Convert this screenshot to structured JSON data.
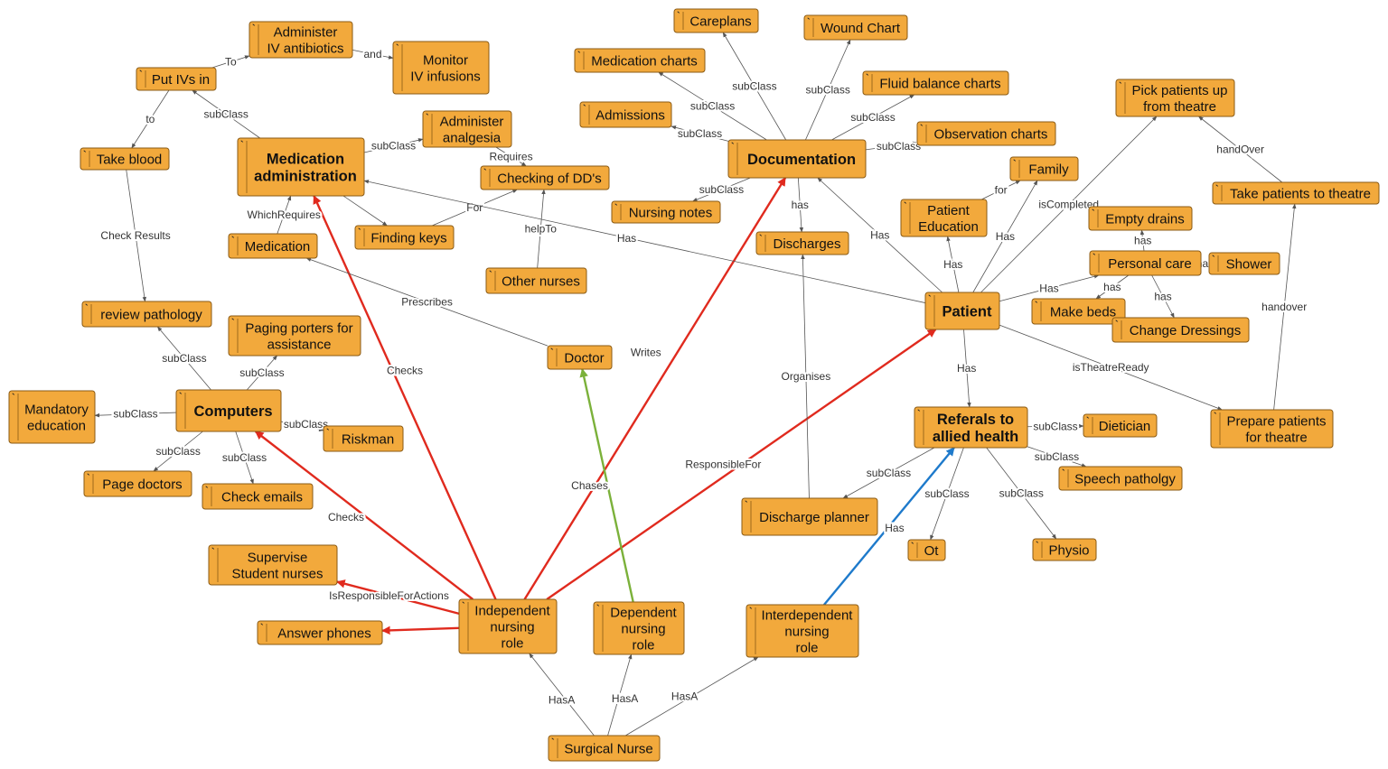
{
  "diagram": {
    "nodes": [
      {
        "id": "surgical_nurse",
        "label": [
          "Surgical Nurse"
        ]
      },
      {
        "id": "independent",
        "label": [
          "Independent",
          "nursing",
          "role"
        ]
      },
      {
        "id": "dependent",
        "label": [
          "Dependent",
          "nursing",
          "role"
        ]
      },
      {
        "id": "interdependent",
        "label": [
          "Interdependent",
          "nursing",
          "role"
        ]
      },
      {
        "id": "supervise",
        "label": [
          "Supervise",
          "Student nurses"
        ]
      },
      {
        "id": "answer_phones",
        "label": [
          "Answer phones"
        ]
      },
      {
        "id": "computers",
        "label": [
          "Computers"
        ],
        "bold": true
      },
      {
        "id": "mandatory_ed",
        "label": [
          "Mandatory",
          "education"
        ]
      },
      {
        "id": "page_doctors",
        "label": [
          "Page doctors"
        ]
      },
      {
        "id": "check_emails",
        "label": [
          "Check emails"
        ]
      },
      {
        "id": "riskman",
        "label": [
          "Riskman"
        ]
      },
      {
        "id": "paging_porters",
        "label": [
          "Paging porters for",
          "assistance"
        ]
      },
      {
        "id": "review_path",
        "label": [
          "review pathology"
        ]
      },
      {
        "id": "take_blood",
        "label": [
          "Take blood"
        ]
      },
      {
        "id": "put_ivs",
        "label": [
          "Put IVs in"
        ]
      },
      {
        "id": "admin_iv_abx",
        "label": [
          "Administer",
          "IV antibiotics"
        ]
      },
      {
        "id": "monitor_iv",
        "label": [
          "Monitor",
          "IV infusions"
        ]
      },
      {
        "id": "med_admin",
        "label": [
          "Medication",
          "administration"
        ],
        "bold": true
      },
      {
        "id": "admin_analgesia",
        "label": [
          "Administer",
          "analgesia"
        ]
      },
      {
        "id": "checking_dds",
        "label": [
          "Checking of DD's"
        ]
      },
      {
        "id": "finding_keys",
        "label": [
          "Finding keys"
        ]
      },
      {
        "id": "other_nurses",
        "label": [
          "Other nurses"
        ]
      },
      {
        "id": "medication",
        "label": [
          "Medication"
        ]
      },
      {
        "id": "doctor",
        "label": [
          "Doctor"
        ]
      },
      {
        "id": "documentation",
        "label": [
          "Documentation"
        ],
        "bold": true
      },
      {
        "id": "careplans",
        "label": [
          "Careplans"
        ]
      },
      {
        "id": "wound_chart",
        "label": [
          "Wound Chart"
        ]
      },
      {
        "id": "med_charts",
        "label": [
          "Medication charts"
        ]
      },
      {
        "id": "fluid_balance",
        "label": [
          "Fluid balance charts"
        ]
      },
      {
        "id": "admissions",
        "label": [
          "Admissions"
        ]
      },
      {
        "id": "observation",
        "label": [
          "Observation charts"
        ]
      },
      {
        "id": "nursing_notes",
        "label": [
          "Nursing notes"
        ]
      },
      {
        "id": "discharges",
        "label": [
          "Discharges"
        ]
      },
      {
        "id": "discharge_planner",
        "label": [
          "Discharge planner"
        ]
      },
      {
        "id": "patient",
        "label": [
          "Patient"
        ],
        "bold": true
      },
      {
        "id": "family",
        "label": [
          "Family"
        ]
      },
      {
        "id": "patient_ed",
        "label": [
          "Patient",
          "Education"
        ]
      },
      {
        "id": "empty_drains",
        "label": [
          "Empty drains"
        ]
      },
      {
        "id": "personal_care",
        "label": [
          "Personal care"
        ]
      },
      {
        "id": "shower",
        "label": [
          "Shower"
        ]
      },
      {
        "id": "make_beds",
        "label": [
          "Make beds"
        ]
      },
      {
        "id": "change_dressings",
        "label": [
          "Change Dressings"
        ]
      },
      {
        "id": "pick_up",
        "label": [
          "Pick patients up",
          "from theatre"
        ]
      },
      {
        "id": "take_to_theatre",
        "label": [
          "Take patients to theatre"
        ]
      },
      {
        "id": "prepare_theatre",
        "label": [
          "Prepare patients",
          "for theatre"
        ]
      },
      {
        "id": "referrals",
        "label": [
          "Referals to",
          "allied health"
        ],
        "bold": true
      },
      {
        "id": "dietician",
        "label": [
          "Dietician"
        ]
      },
      {
        "id": "speech",
        "label": [
          "Speech patholgy"
        ]
      },
      {
        "id": "physio",
        "label": [
          "Physio"
        ]
      },
      {
        "id": "ot",
        "label": [
          "Ot"
        ]
      }
    ],
    "edges": [
      {
        "from": "surgical_nurse",
        "to": "independent",
        "label": "HasA",
        "style": "plain"
      },
      {
        "from": "surgical_nurse",
        "to": "dependent",
        "label": "HasA",
        "style": "plain"
      },
      {
        "from": "surgical_nurse",
        "to": "interdependent",
        "label": "HasA",
        "style": "plain"
      },
      {
        "from": "independent",
        "to": "supervise",
        "label": "IsResponsibleForActions",
        "style": "red"
      },
      {
        "from": "independent",
        "to": "answer_phones",
        "label": "",
        "style": "red"
      },
      {
        "from": "independent",
        "to": "computers",
        "label": "Checks",
        "style": "red"
      },
      {
        "from": "independent",
        "to": "med_admin",
        "label": "Checks",
        "style": "red"
      },
      {
        "from": "independent",
        "to": "documentation",
        "label": "Writes",
        "style": "red"
      },
      {
        "from": "independent",
        "to": "patient",
        "label": "ResponsibleFor",
        "style": "red"
      },
      {
        "from": "dependent",
        "to": "doctor",
        "label": "Chases",
        "style": "green"
      },
      {
        "from": "interdependent",
        "to": "referrals",
        "label": "Has",
        "style": "blue"
      },
      {
        "from": "computers",
        "to": "mandatory_ed",
        "label": "subClass",
        "style": "plain"
      },
      {
        "from": "computers",
        "to": "page_doctors",
        "label": "subClass",
        "style": "plain"
      },
      {
        "from": "computers",
        "to": "check_emails",
        "label": "subClass",
        "style": "plain"
      },
      {
        "from": "computers",
        "to": "riskman",
        "label": "subClass",
        "style": "plain"
      },
      {
        "from": "computers",
        "to": "paging_porters",
        "label": "subClass",
        "style": "plain"
      },
      {
        "from": "computers",
        "to": "review_path",
        "label": "subClass",
        "style": "plain"
      },
      {
        "from": "take_blood",
        "to": "review_path",
        "label": "Check Results",
        "style": "plain"
      },
      {
        "from": "put_ivs",
        "to": "take_blood",
        "label": "to",
        "style": "plain"
      },
      {
        "from": "put_ivs",
        "to": "admin_iv_abx",
        "label": "To",
        "style": "plain"
      },
      {
        "from": "admin_iv_abx",
        "to": "monitor_iv",
        "label": "and",
        "style": "plain"
      },
      {
        "from": "med_admin",
        "to": "put_ivs",
        "label": "subClass",
        "style": "plain"
      },
      {
        "from": "med_admin",
        "to": "admin_analgesia",
        "label": "subClass",
        "style": "plain"
      },
      {
        "from": "admin_analgesia",
        "to": "checking_dds",
        "label": "Requires",
        "style": "plain"
      },
      {
        "from": "med_admin",
        "to": "finding_keys",
        "label": "",
        "style": "plain"
      },
      {
        "from": "finding_keys",
        "to": "checking_dds",
        "label": "For",
        "style": "plain"
      },
      {
        "from": "other_nurses",
        "to": "checking_dds",
        "label": "helpTo",
        "style": "plain"
      },
      {
        "from": "medication",
        "to": "med_admin",
        "label": "WhichRequires",
        "style": "plain"
      },
      {
        "from": "doctor",
        "to": "medication",
        "label": "Prescribes",
        "style": "plain"
      },
      {
        "from": "documentation",
        "to": "careplans",
        "label": "subClass",
        "style": "plain"
      },
      {
        "from": "documentation",
        "to": "wound_chart",
        "label": "subClass",
        "style": "plain"
      },
      {
        "from": "documentation",
        "to": "med_charts",
        "label": "subClass",
        "style": "plain"
      },
      {
        "from": "documentation",
        "to": "fluid_balance",
        "label": "subClass",
        "style": "plain"
      },
      {
        "from": "documentation",
        "to": "admissions",
        "label": "subClass",
        "style": "plain"
      },
      {
        "from": "documentation",
        "to": "observation",
        "label": "subClass",
        "style": "plain"
      },
      {
        "from": "documentation",
        "to": "nursing_notes",
        "label": "subClass",
        "style": "plain"
      },
      {
        "from": "documentation",
        "to": "discharges",
        "label": "has",
        "style": "plain"
      },
      {
        "from": "discharge_planner",
        "to": "discharges",
        "label": "Organises",
        "style": "plain"
      },
      {
        "from": "patient",
        "to": "med_admin",
        "label": "Has",
        "style": "plain"
      },
      {
        "from": "patient",
        "to": "documentation",
        "label": "Has",
        "style": "plain"
      },
      {
        "from": "patient",
        "to": "family",
        "label": "Has",
        "style": "plain"
      },
      {
        "from": "patient_ed",
        "to": "family",
        "label": "for",
        "style": "plain"
      },
      {
        "from": "patient",
        "to": "patient_ed",
        "label": "Has",
        "style": "plain"
      },
      {
        "from": "patient",
        "to": "personal_care",
        "label": "Has",
        "style": "plain"
      },
      {
        "from": "personal_care",
        "to": "empty_drains",
        "label": "has",
        "style": "plain"
      },
      {
        "from": "personal_care",
        "to": "shower",
        "label": "has",
        "style": "plain"
      },
      {
        "from": "personal_care",
        "to": "make_beds",
        "label": "has",
        "style": "plain"
      },
      {
        "from": "personal_care",
        "to": "change_dressings",
        "label": "has",
        "style": "plain"
      },
      {
        "from": "patient",
        "to": "pick_up",
        "label": "isCompleted",
        "style": "plain"
      },
      {
        "from": "take_to_theatre",
        "to": "pick_up",
        "label": "handOver",
        "style": "plain"
      },
      {
        "from": "prepare_theatre",
        "to": "take_to_theatre",
        "label": "handover",
        "style": "plain"
      },
      {
        "from": "patient",
        "to": "prepare_theatre",
        "label": "isTheatreReady",
        "style": "plain"
      },
      {
        "from": "patient",
        "to": "referrals",
        "label": "Has",
        "style": "plain"
      },
      {
        "from": "referrals",
        "to": "dietician",
        "label": "subClass",
        "style": "plain"
      },
      {
        "from": "referrals",
        "to": "speech",
        "label": "subClass",
        "style": "plain"
      },
      {
        "from": "referrals",
        "to": "physio",
        "label": "subClass",
        "style": "plain"
      },
      {
        "from": "referrals",
        "to": "ot",
        "label": "subClass",
        "style": "plain"
      },
      {
        "from": "referrals",
        "to": "discharge_planner",
        "label": "subClass",
        "style": "plain"
      }
    ]
  }
}
